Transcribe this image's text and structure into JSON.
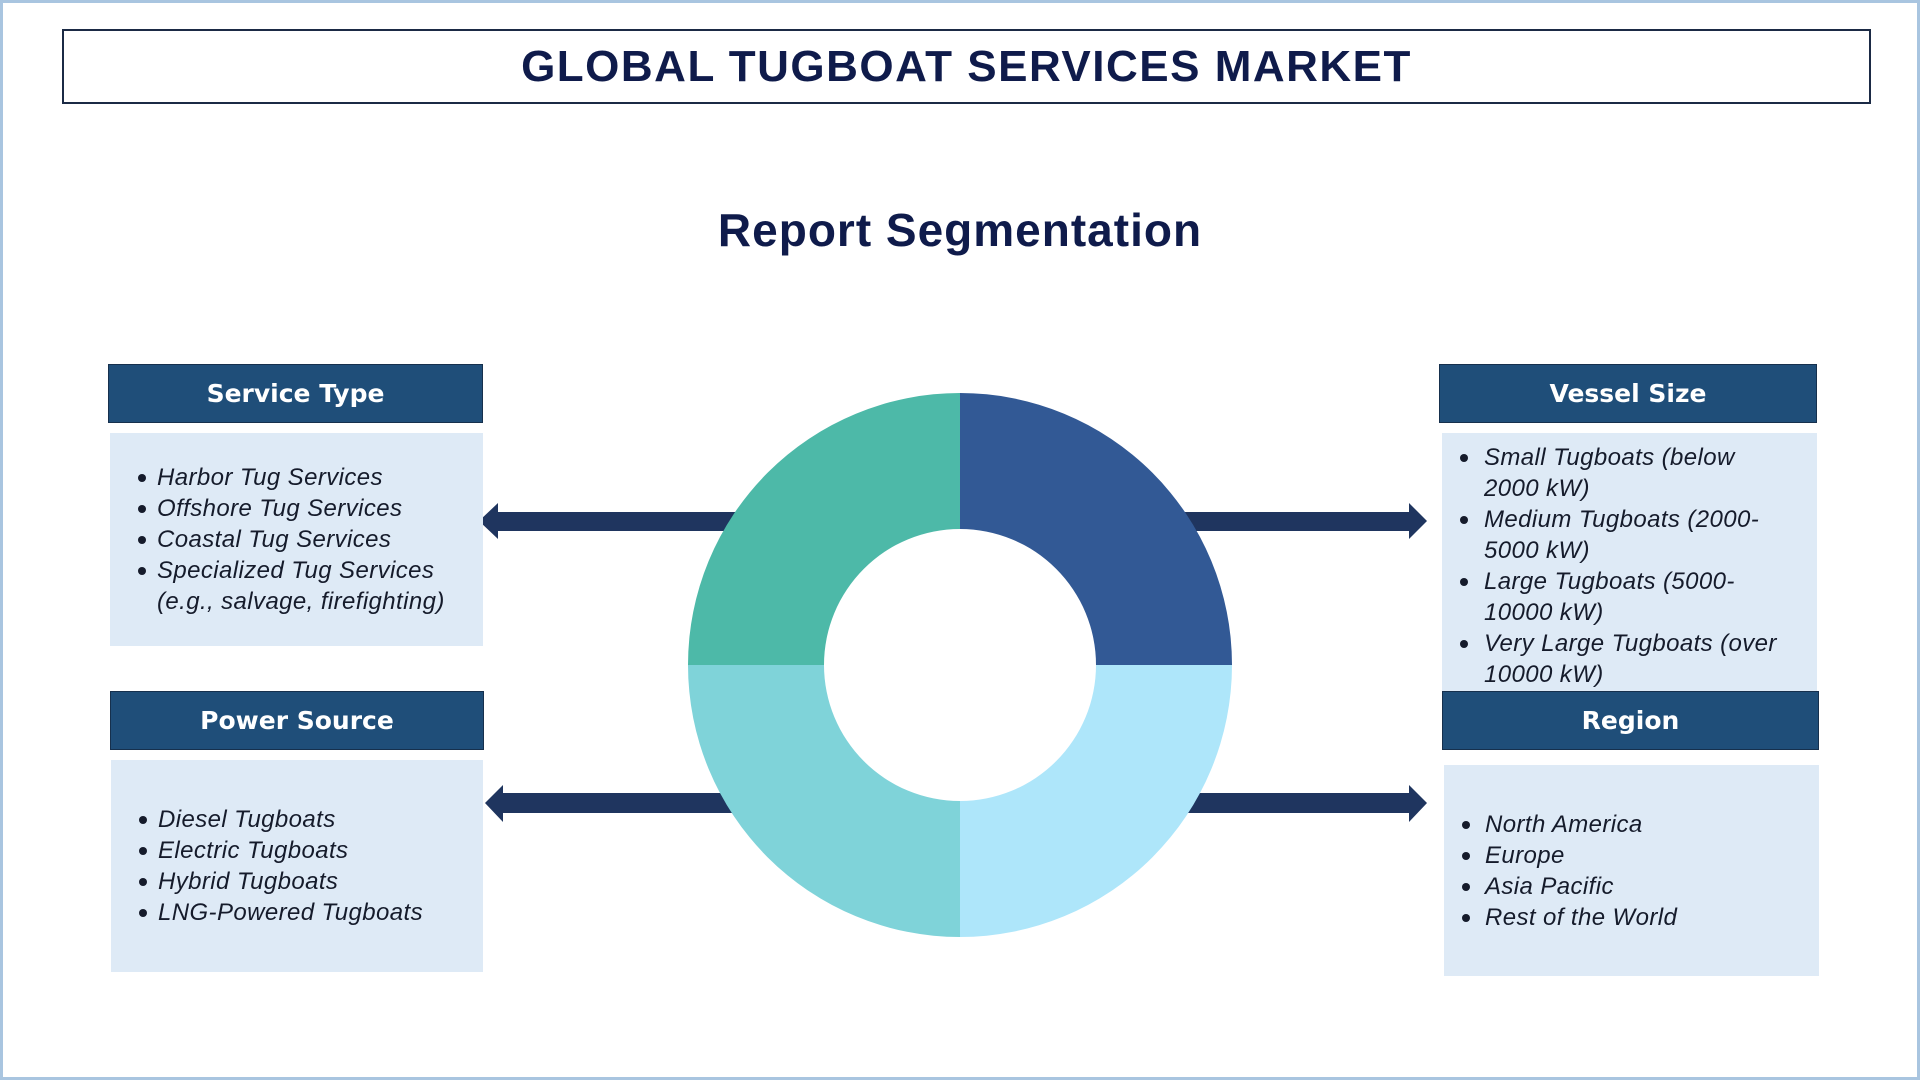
{
  "header": {
    "title": "GLOBAL TUGBOAT SERVICES MARKET",
    "subtitle": "Report Segmentation"
  },
  "colors": {
    "title_text": "#0f1b4b",
    "segment_header_bg": "#1f4e79",
    "segment_body_bg": "#deeaf6",
    "arrow": "#1f355f",
    "donut_top_right": "#325995",
    "donut_top_left": "#4db9a8",
    "donut_bottom_left": "#7fd3d9",
    "donut_bottom_right": "#aee6fa",
    "frame_border": "#a9c5e0"
  },
  "segments": {
    "service_type": {
      "title": "Service Type",
      "items": [
        {
          "lines": [
            "Harbor Tug Services"
          ]
        },
        {
          "lines": [
            "Offshore Tug Services"
          ]
        },
        {
          "lines": [
            "Coastal Tug Services"
          ]
        },
        {
          "lines": [
            "Specialized Tug Services",
            "(e.g., salvage, firefighting)"
          ]
        }
      ]
    },
    "vessel_size": {
      "title": "Vessel Size",
      "items": [
        {
          "lines": [
            "Small Tugboats (below",
            "2000 kW)"
          ]
        },
        {
          "lines": [
            "Medium Tugboats (2000-",
            "5000 kW)"
          ]
        },
        {
          "lines": [
            "Large Tugboats (5000-",
            "10000 kW)"
          ]
        },
        {
          "lines": [
            "Very Large Tugboats (over",
            "10000 kW)"
          ]
        }
      ]
    },
    "power_source": {
      "title": "Power Source",
      "items": [
        {
          "lines": [
            "Diesel Tugboats"
          ]
        },
        {
          "lines": [
            "Electric Tugboats"
          ]
        },
        {
          "lines": [
            "Hybrid Tugboats"
          ]
        },
        {
          "lines": [
            "LNG-Powered Tugboats"
          ]
        }
      ]
    },
    "region": {
      "title": "Region",
      "items": [
        {
          "lines": [
            "North America"
          ]
        },
        {
          "lines": [
            "Europe"
          ]
        },
        {
          "lines": [
            "Asia Pacific"
          ]
        },
        {
          "lines": [
            "Rest of the World"
          ]
        }
      ]
    }
  },
  "donut": {
    "segments": [
      {
        "name": "top-right",
        "color": "#325995"
      },
      {
        "name": "top-left",
        "color": "#4db9a8"
      },
      {
        "name": "bottom-left",
        "color": "#7fd3d9"
      },
      {
        "name": "bottom-right",
        "color": "#aee6fa"
      }
    ]
  }
}
